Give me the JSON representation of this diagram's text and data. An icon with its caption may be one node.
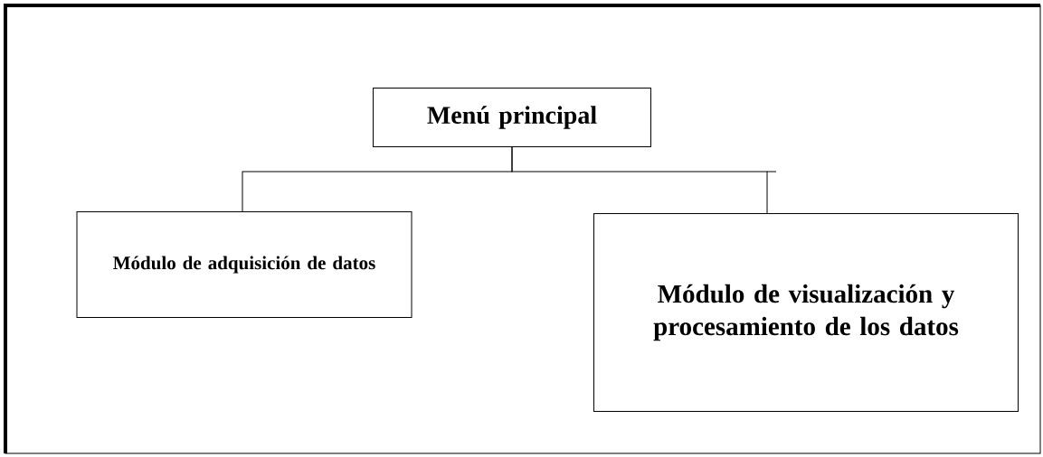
{
  "diagram": {
    "nodes": [
      {
        "text": [
          "Menú principal"
        ]
      },
      {
        "text": [
          "Módulo de adquisición de datos"
        ]
      },
      {
        "text": [
          "Módulo de visualización y procesamiento de los datos"
        ]
      }
    ],
    "edges": [
      {
        "from": 0,
        "to": 1,
        "arrow": "none"
      },
      {
        "from": 0,
        "to": 2,
        "arrow": "none"
      }
    ]
  }
}
